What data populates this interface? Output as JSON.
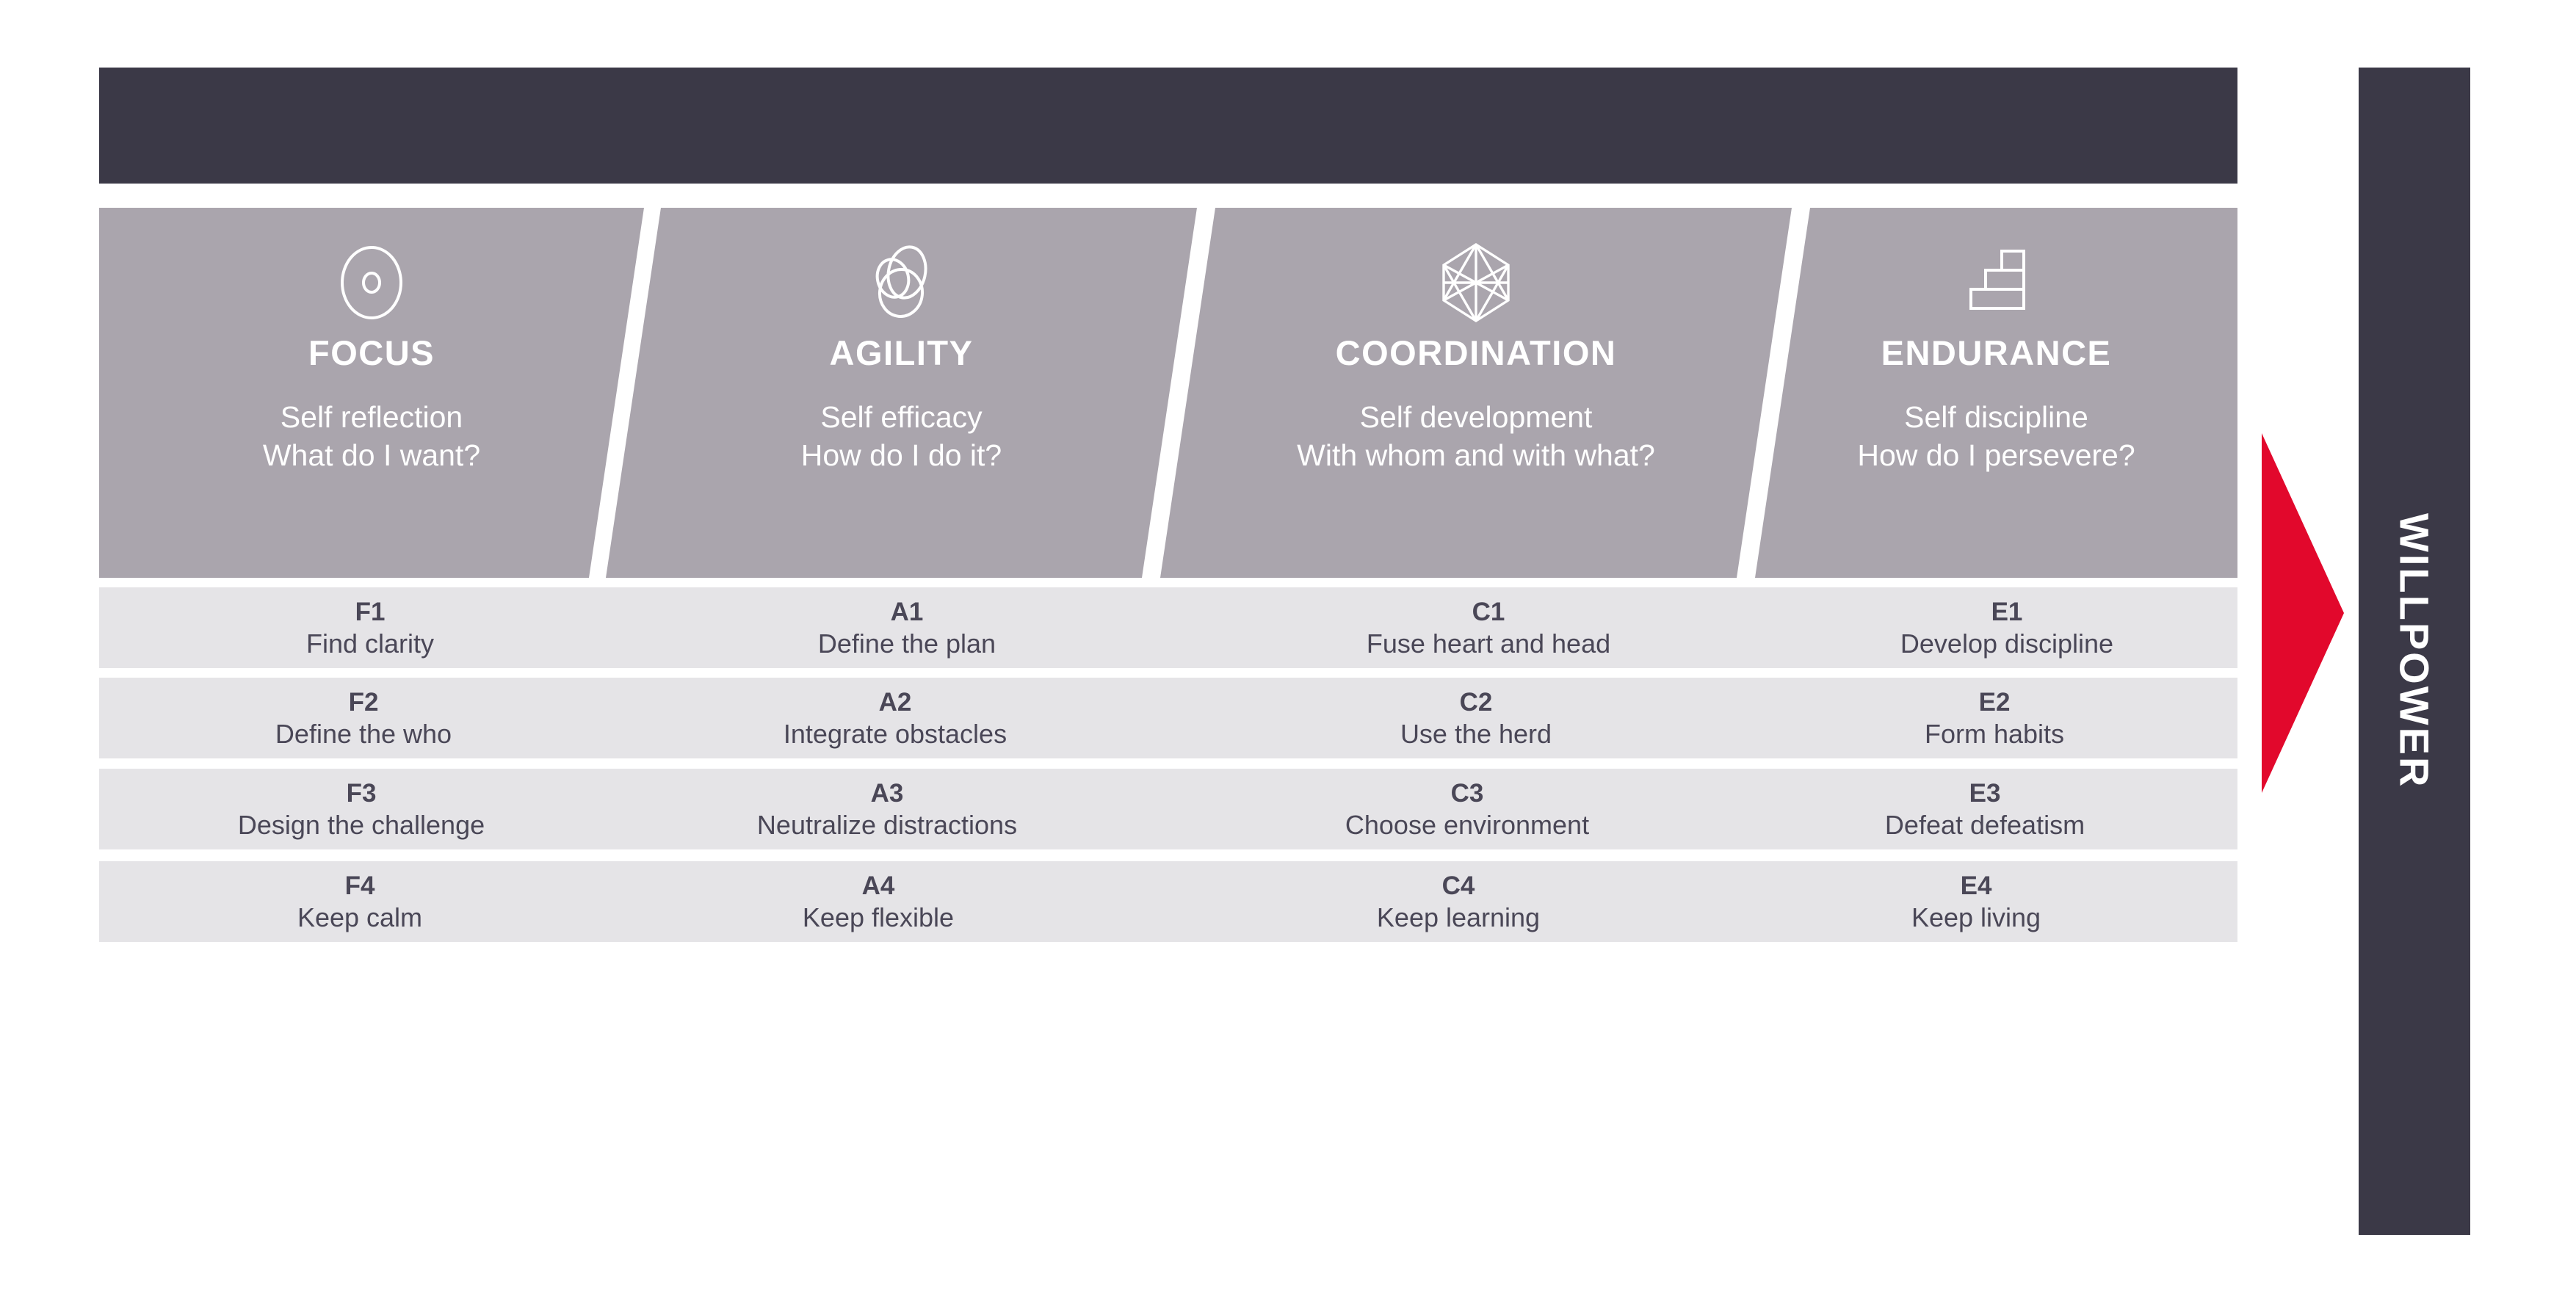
{
  "topbar": {
    "label": ""
  },
  "pillars": [
    {
      "icon": "target-circle-icon",
      "title": "FOCUS",
      "sub_line1": "Self reflection",
      "sub_line2": "What do I want?"
    },
    {
      "icon": "overlapping-leaves-icon",
      "title": "AGILITY",
      "sub_line1": "Self efficacy",
      "sub_line2": "How do I do it?"
    },
    {
      "icon": "network-hexagon-icon",
      "title": "COORDINATION",
      "sub_line1": "Self development",
      "sub_line2": "With whom and with what?"
    },
    {
      "icon": "stairs-icon",
      "title": "ENDURANCE",
      "sub_line1": "Self discipline",
      "sub_line2": "How do I persevere?"
    }
  ],
  "rows": [
    [
      {
        "code": "F1",
        "label": "Find clarity"
      },
      {
        "code": "A1",
        "label": "Define the plan"
      },
      {
        "code": "C1",
        "label": "Fuse heart and head"
      },
      {
        "code": "E1",
        "label": "Develop discipline"
      }
    ],
    [
      {
        "code": "F2",
        "label": "Define the who"
      },
      {
        "code": "A2",
        "label": "Integrate obstacles"
      },
      {
        "code": "C2",
        "label": "Use the herd"
      },
      {
        "code": "E2",
        "label": "Form habits"
      }
    ],
    [
      {
        "code": "F3",
        "label": "Design the challenge"
      },
      {
        "code": "A3",
        "label": "Neutralize distractions"
      },
      {
        "code": "C3",
        "label": "Choose environment"
      },
      {
        "code": "E3",
        "label": "Defeat defeatism"
      }
    ],
    [
      {
        "code": "F4",
        "label": "Keep calm"
      },
      {
        "code": "A4",
        "label": "Keep flexible"
      },
      {
        "code": "C4",
        "label": "Keep learning"
      },
      {
        "code": "E4",
        "label": "Keep living"
      }
    ]
  ],
  "arrow": {
    "name": "red-right-arrow",
    "color": "#e2082c"
  },
  "willpower": {
    "label": "WILLPOWER"
  },
  "colors": {
    "dark": "#3b3947",
    "pillar_grey": "#aaa5ad",
    "cell_grey": "#e5e4e7",
    "text_dark": "#4a4757",
    "red": "#e2082c",
    "white": "#ffffff"
  }
}
